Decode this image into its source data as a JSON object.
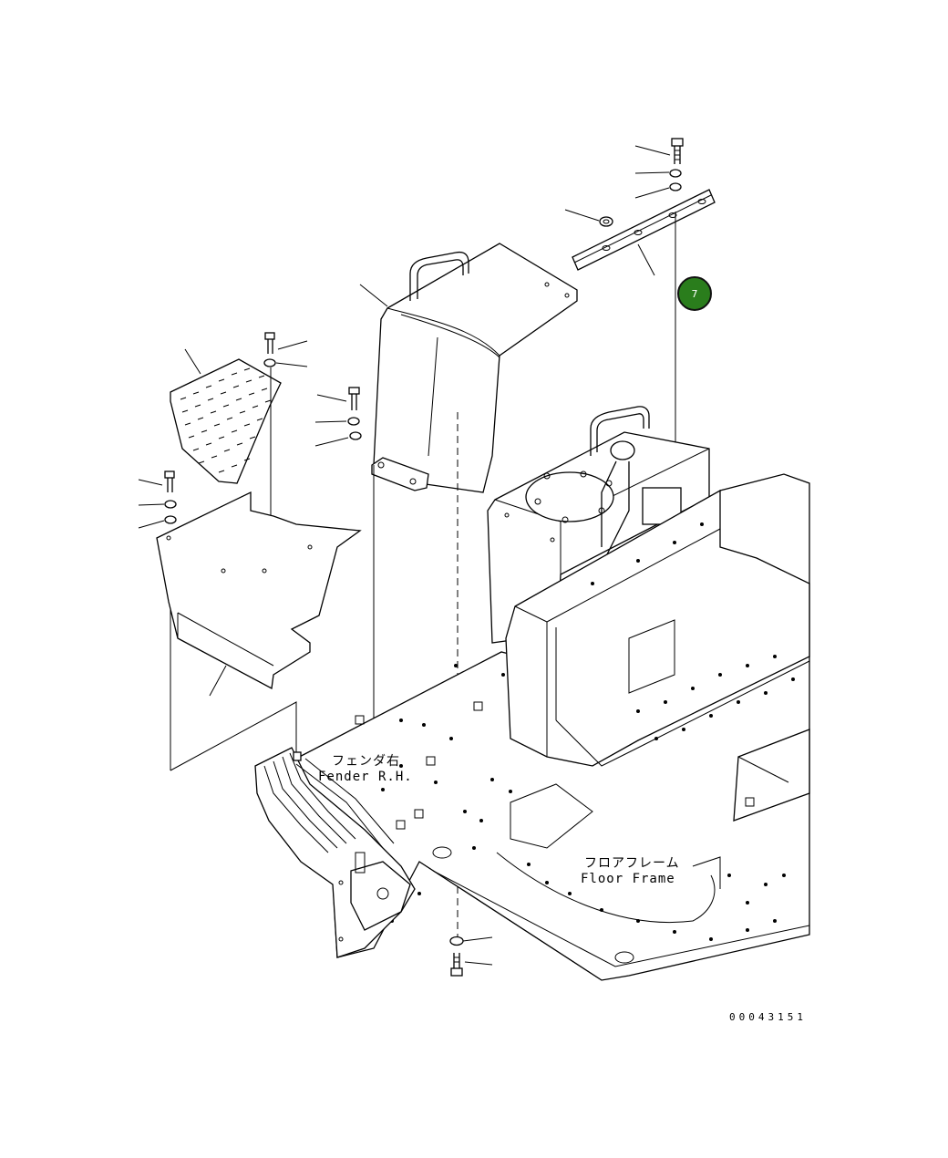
{
  "callout": {
    "number": "7",
    "color": "#2a7d1c"
  },
  "labels": {
    "fender_jp": "フェンダ右",
    "fender_en": "Fender R.H.",
    "floor_jp": "フロアフレーム",
    "floor_en": "Floor Frame"
  },
  "drawing_number": "00043151"
}
